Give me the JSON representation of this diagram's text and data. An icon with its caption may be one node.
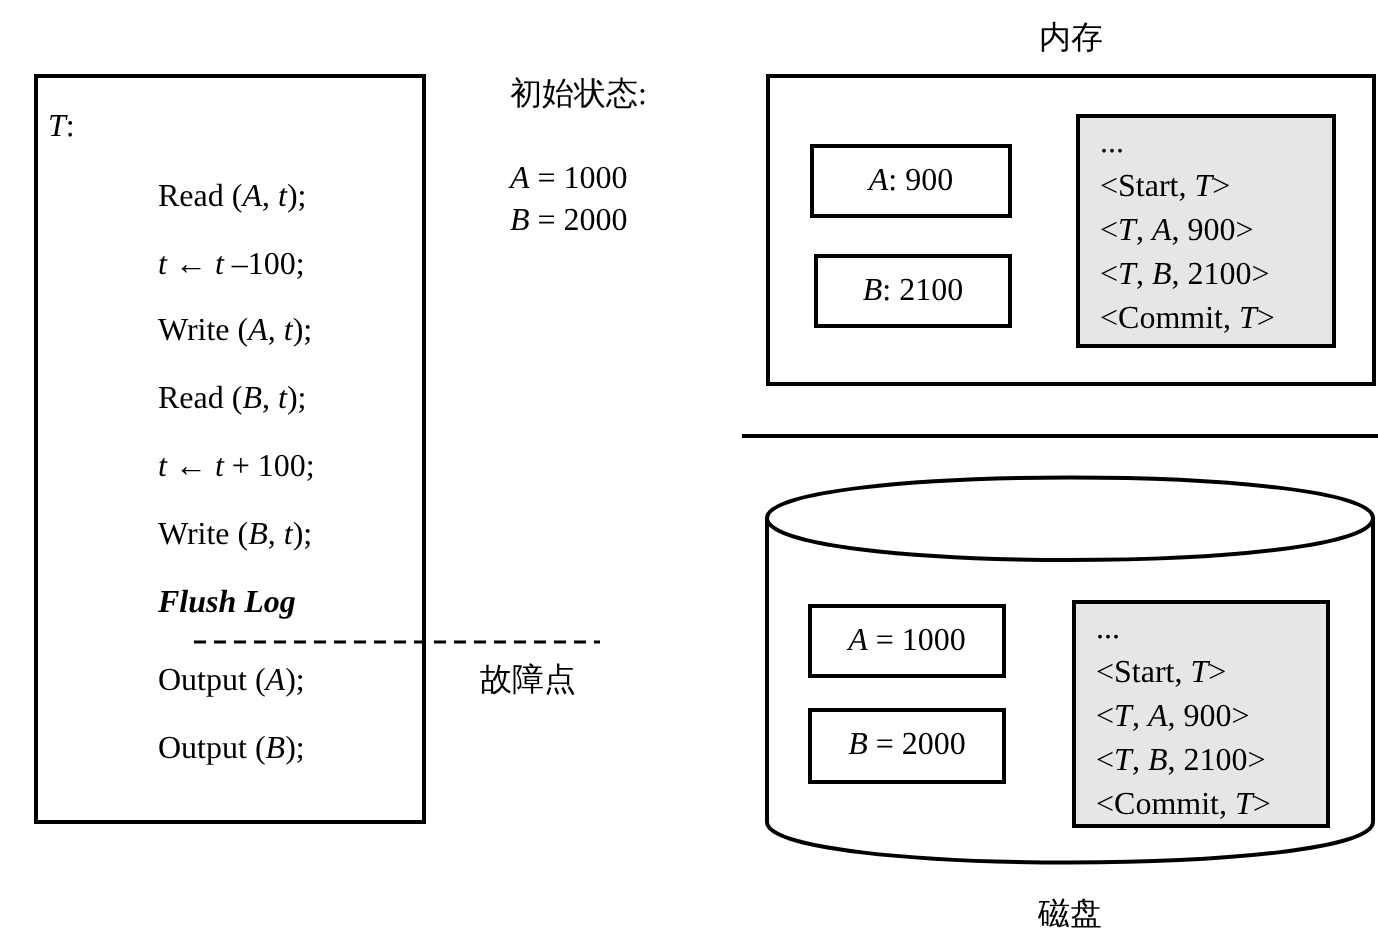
{
  "diagram": {
    "nodes": [
      {
        "text": [
          "*T*:",
          "Read (*A*, *t*);",
          "*t* ← *t* –100;",
          "Write (*A*, *t*);",
          "Read (*B*, *t*);",
          "*t* ←  *t* + 100;",
          "Write (*B*, *t*);",
          "Flush Log",
          "Output (*A*);",
          "Output (*B*);"
        ]
      },
      {
        "text": [
          "内存"
        ]
      },
      {
        "text": [
          "*A*: 900"
        ],
        "in": 1
      },
      {
        "text": [
          "*B*: 2100"
        ],
        "in": 1
      },
      {
        "text": [
          "...",
          "<Start, *T*>",
          "<*T*, *A*, 900>",
          "<*T*, *B*, 2100>",
          "<Commit, *T*>"
        ],
        "in": 1
      },
      {
        "text": [
          "磁盘"
        ]
      },
      {
        "text": [
          "*A* = 1000"
        ],
        "in": 5
      },
      {
        "text": [
          "*B* = 2000"
        ],
        "in": 5
      },
      {
        "text": [
          "...",
          "<Start, *T*>",
          "<*T*, *A*, 900>",
          "<*T*, *B*, 2100>",
          "<Commit, *T*>"
        ],
        "in": 5
      }
    ],
    "labels": [
      "初始状态:",
      "*A* = 1000",
      "*B* = 2000",
      "故障点"
    ]
  }
}
